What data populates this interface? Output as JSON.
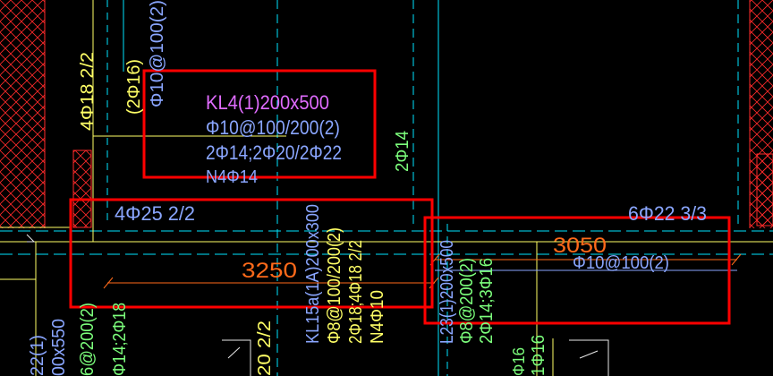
{
  "colors": {
    "background": "#000000",
    "hatch": "#ff2a2a",
    "grid_line": "#00e5ff",
    "beam_outline": "#ffff66",
    "dim_line": "#ff6a1a",
    "highlight_box": "#ff0000",
    "magenta_text": "#e06cff",
    "blue_text": "#8aa6ff",
    "yellow_text": "#ffff66",
    "green_text": "#7cff7c",
    "cyan_text": "#00e5ff"
  },
  "annotations": {
    "kl4_name": "KL4(1)200x500",
    "kl4_stirrup": "Φ10@100/200(2)",
    "kl4_bars": "2Φ14;2Φ20/2Φ22",
    "kl4_waist": "N4Φ14",
    "top_vertical_a": "Φ10@100(2)",
    "top_vertical_b": "(2Φ16)",
    "left_vertical": "4Φ18 2/2",
    "mid_vertical": "2Φ14",
    "left_bottom_bars": "4Φ25 2/2",
    "dim_left": "3250",
    "kl15_name": "KL15a(1A)200x300",
    "kl15_stirrup": "Φ8@100/200(2)",
    "kl15_bars_a": "2Φ18;4Φ18 2/2",
    "kl15_waist": "N4Φ10",
    "l23_name": "L23(1)200x500",
    "l23_stirrup": "Φ8@200(2)",
    "l23_bars": "2Φ14;3Φ16",
    "right_top_bars": "6Φ22 3/3",
    "dim_right": "3050",
    "right_stirrup": "Φ10@100(2)",
    "left_edge_a": "22(1)",
    "left_edge_b": "00x550",
    "left_edge_c": "6@200(2)",
    "left_edge_d": "Φ14;2Φ18",
    "bottom_a": "20 2/2",
    "bottom_b": "1Φ16",
    "bottom_c": "Φ16"
  }
}
